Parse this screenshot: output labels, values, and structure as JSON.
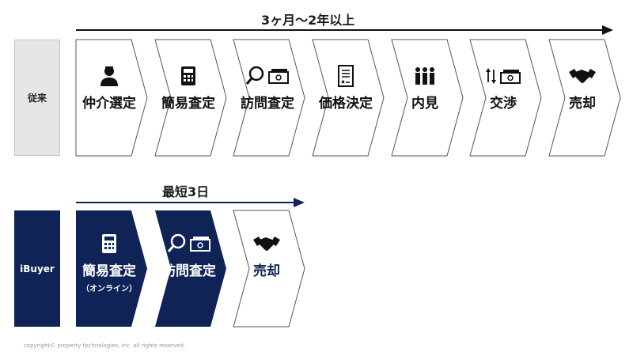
{
  "traditional": {
    "label": "従来",
    "period": "3ヶ月～2年以上",
    "steps": [
      {
        "label": "仲介選定",
        "icon": "person-icon"
      },
      {
        "label": "簡易査定",
        "icon": "calculator-icon"
      },
      {
        "label": "訪問査定",
        "icon": "magnifier-money-icon"
      },
      {
        "label": "価格決定",
        "icon": "document-icon"
      },
      {
        "label": "内見",
        "icon": "people-icon"
      },
      {
        "label": "交渉",
        "icon": "exchange-money-icon"
      },
      {
        "label": "売却",
        "icon": "handshake-icon"
      }
    ]
  },
  "ibuyer": {
    "label": "iBuyer",
    "period": "最短3日",
    "steps": [
      {
        "label": "簡易査定",
        "sublabel": "（オンライン）",
        "icon": "calculator-icon"
      },
      {
        "label": "訪問査定",
        "icon": "magnifier-money-icon"
      },
      {
        "label": "売却",
        "icon": "handshake-icon"
      }
    ]
  },
  "colors": {
    "navy": "#0f2356",
    "gray": "#e6e6e6",
    "outline": "#555555"
  },
  "copyright": "copyright© property technologies, Inc. all rights reserved."
}
